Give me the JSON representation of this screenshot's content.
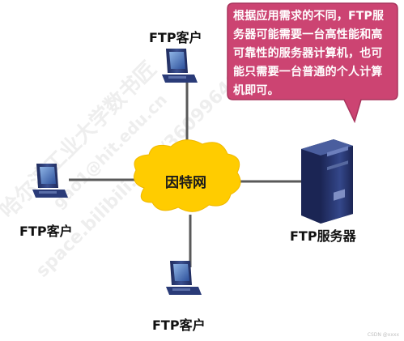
{
  "callout": {
    "text": "根据应用需求的不同，FTP服务器可能需要一台高性能和高可靠性的服务器计算机，也可能只需要一台普通的个人计算机即可。"
  },
  "cloud": {
    "label": "因特网"
  },
  "nodes": {
    "client_top": "FTP客户",
    "client_left": "FTP客户",
    "client_bottom": "FTP客户",
    "server": "FTP服务器"
  },
  "watermarks": {
    "line1": "哈尔滨工业大学数书匠",
    "line2": "space.bilibili.com/360996402",
    "line3": "gao1@hit.edu.cn"
  },
  "footer": {
    "csdn": "CSDN @xxxx"
  },
  "colors": {
    "callout_fill": "#cc4472",
    "callout_border": "#a8345c",
    "cloud_fill": "#ffcc00",
    "line": "#595959",
    "computer_body": "#2a3b78"
  }
}
